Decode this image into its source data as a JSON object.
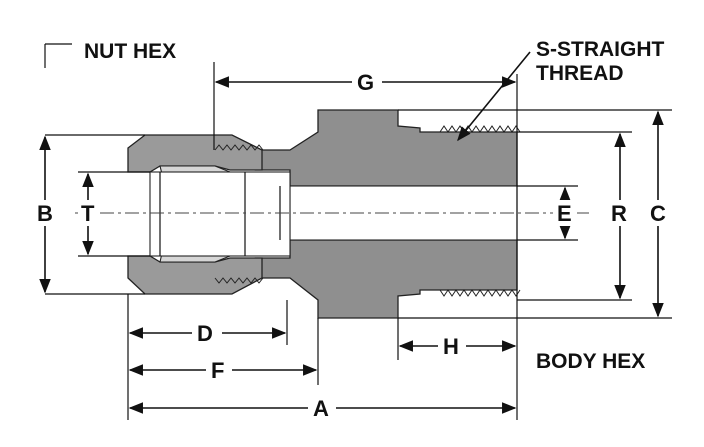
{
  "labels": {
    "nut_hex": "NUT HEX",
    "straight_thread_line1": "S-STRAIGHT",
    "straight_thread_line2": "THREAD",
    "body_hex": "BODY HEX",
    "dim_g": "G",
    "dim_b": "B",
    "dim_t": "T",
    "dim_e": "E",
    "dim_r": "R",
    "dim_c": "C",
    "dim_d": "D",
    "dim_f": "F",
    "dim_h": "H",
    "dim_a": "A"
  }
}
